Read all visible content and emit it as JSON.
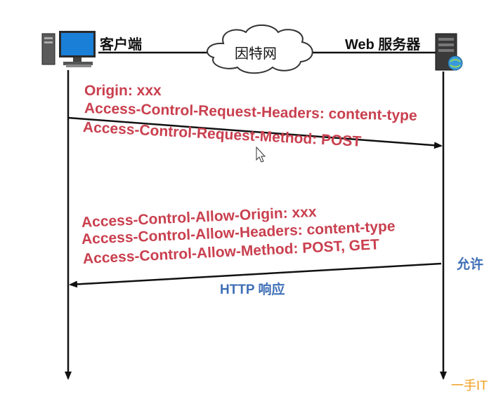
{
  "nodes": {
    "client_label": "客户端",
    "server_label": "Web 服务器",
    "network_label": "因特网"
  },
  "request": {
    "headers": [
      "Origin: xxx",
      "Access-Control-Request-Headers: content-type",
      "Access-Control-Request-Method: POST"
    ]
  },
  "response": {
    "headers": [
      "Access-Control-Allow-Origin: xxx",
      "Access-Control-Allow-Headers: content-type",
      "Access-Control-Allow-Method: POST, GET"
    ],
    "allow_label": "允许",
    "arrow_label": "HTTP 响应"
  },
  "watermark": "一手IT",
  "colors": {
    "header_text": "#c9404f",
    "response_label": "#3f6fb6",
    "lines": "#111111"
  }
}
